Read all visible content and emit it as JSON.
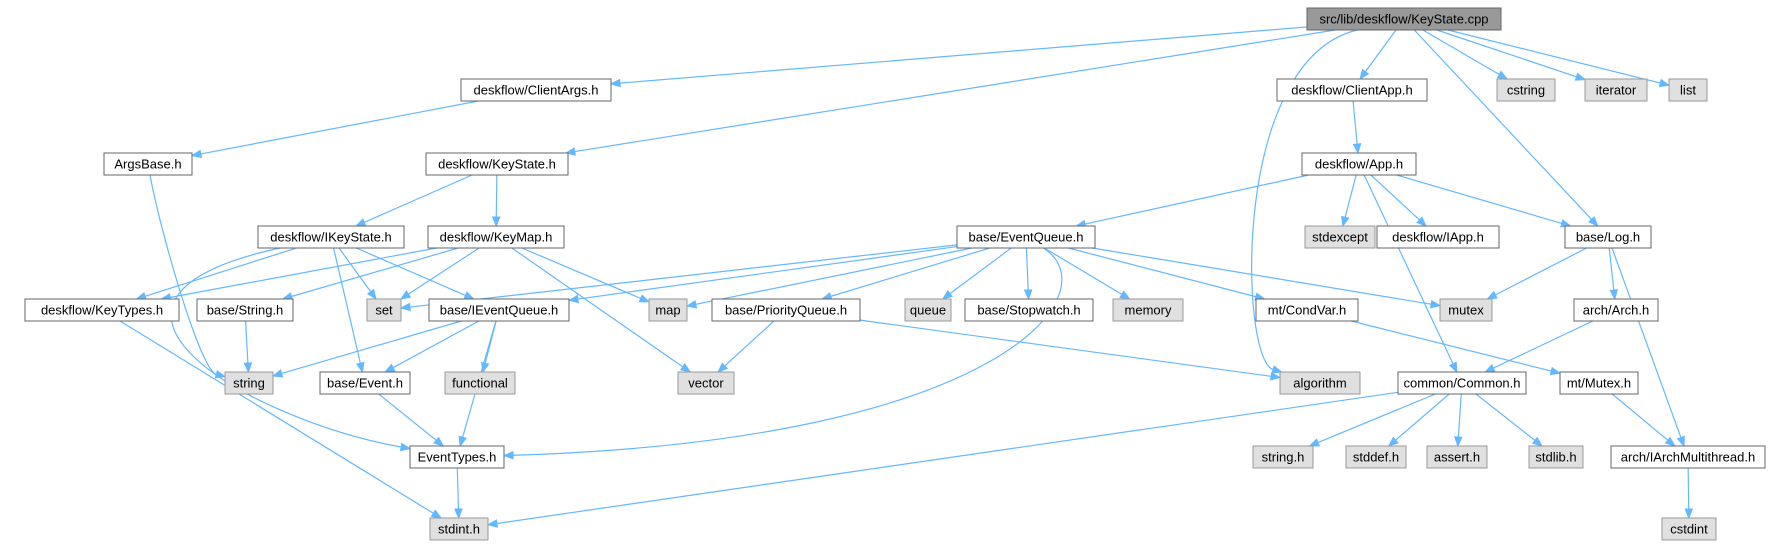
{
  "colors": {
    "edge": "#63b8ff",
    "root_fill": "#999999",
    "root_stroke": "#666666",
    "local_fill": "#ffffff",
    "local_stroke": "#666666",
    "system_fill": "#e0e0e0",
    "system_stroke": "#999999"
  },
  "nodes": [
    {
      "id": "keystate_cpp",
      "label": "src/lib/deskflow/KeyState.cpp",
      "kind": "root"
    },
    {
      "id": "clientargs_h",
      "label": "deskflow/ClientArgs.h",
      "kind": "local"
    },
    {
      "id": "argsbase_h",
      "label": "ArgsBase.h",
      "kind": "local"
    },
    {
      "id": "keystate_h",
      "label": "deskflow/KeyState.h",
      "kind": "local"
    },
    {
      "id": "ikeystate_h",
      "label": "deskflow/IKeyState.h",
      "kind": "local"
    },
    {
      "id": "keymap_h",
      "label": "deskflow/KeyMap.h",
      "kind": "local"
    },
    {
      "id": "keytypes_h",
      "label": "deskflow/KeyTypes.h",
      "kind": "local"
    },
    {
      "id": "basestring_h",
      "label": "base/String.h",
      "kind": "local"
    },
    {
      "id": "set",
      "label": "set",
      "kind": "system"
    },
    {
      "id": "ieventqueue_h",
      "label": "base/IEventQueue.h",
      "kind": "local"
    },
    {
      "id": "string",
      "label": "string",
      "kind": "system"
    },
    {
      "id": "event_h",
      "label": "base/Event.h",
      "kind": "local"
    },
    {
      "id": "functional",
      "label": "functional",
      "kind": "system"
    },
    {
      "id": "eventtypes_h",
      "label": "EventTypes.h",
      "kind": "local"
    },
    {
      "id": "stdint_h",
      "label": "stdint.h",
      "kind": "system"
    },
    {
      "id": "map",
      "label": "map",
      "kind": "system"
    },
    {
      "id": "vector",
      "label": "vector",
      "kind": "system"
    },
    {
      "id": "eventqueue_h",
      "label": "base/EventQueue.h",
      "kind": "local"
    },
    {
      "id": "priorityqueue_h",
      "label": "base/PriorityQueue.h",
      "kind": "local"
    },
    {
      "id": "queue",
      "label": "queue",
      "kind": "system"
    },
    {
      "id": "stopwatch_h",
      "label": "base/Stopwatch.h",
      "kind": "local"
    },
    {
      "id": "memory",
      "label": "memory",
      "kind": "system"
    },
    {
      "id": "condvar_h",
      "label": "mt/CondVar.h",
      "kind": "local"
    },
    {
      "id": "mutex",
      "label": "mutex",
      "kind": "system"
    },
    {
      "id": "algorithm",
      "label": "algorithm",
      "kind": "system"
    },
    {
      "id": "clientapp_h",
      "label": "deskflow/ClientApp.h",
      "kind": "local"
    },
    {
      "id": "app_h",
      "label": "deskflow/App.h",
      "kind": "local"
    },
    {
      "id": "stdexcept",
      "label": "stdexcept",
      "kind": "system"
    },
    {
      "id": "iapp_h",
      "label": "deskflow/IApp.h",
      "kind": "local"
    },
    {
      "id": "log_h",
      "label": "base/Log.h",
      "kind": "local"
    },
    {
      "id": "arch_h",
      "label": "arch/Arch.h",
      "kind": "local"
    },
    {
      "id": "common_h",
      "label": "common/Common.h",
      "kind": "local"
    },
    {
      "id": "mutex_h",
      "label": "mt/Mutex.h",
      "kind": "local"
    },
    {
      "id": "iarchmultithread_h",
      "label": "arch/IArchMultithread.h",
      "kind": "local"
    },
    {
      "id": "cstdint",
      "label": "cstdint",
      "kind": "system"
    },
    {
      "id": "string_h",
      "label": "string.h",
      "kind": "system"
    },
    {
      "id": "stddef_h",
      "label": "stddef.h",
      "kind": "system"
    },
    {
      "id": "assert_h",
      "label": "assert.h",
      "kind": "system"
    },
    {
      "id": "stdlib_h",
      "label": "stdlib.h",
      "kind": "system"
    },
    {
      "id": "cstring",
      "label": "cstring",
      "kind": "system"
    },
    {
      "id": "iterator",
      "label": "iterator",
      "kind": "system"
    },
    {
      "id": "list",
      "label": "list",
      "kind": "system"
    }
  ],
  "edges": [
    [
      "keystate_cpp",
      "clientargs_h"
    ],
    [
      "keystate_cpp",
      "keystate_h"
    ],
    [
      "keystate_cpp",
      "algorithm"
    ],
    [
      "keystate_cpp",
      "clientapp_h"
    ],
    [
      "keystate_cpp",
      "log_h"
    ],
    [
      "keystate_cpp",
      "cstring"
    ],
    [
      "keystate_cpp",
      "iterator"
    ],
    [
      "keystate_cpp",
      "list"
    ],
    [
      "clientargs_h",
      "argsbase_h"
    ],
    [
      "argsbase_h",
      "string"
    ],
    [
      "keystate_h",
      "ikeystate_h"
    ],
    [
      "keystate_h",
      "keymap_h"
    ],
    [
      "ikeystate_h",
      "keytypes_h"
    ],
    [
      "ikeystate_h",
      "set"
    ],
    [
      "ikeystate_h",
      "ieventqueue_h"
    ],
    [
      "ikeystate_h",
      "event_h"
    ],
    [
      "ikeystate_h",
      "eventtypes_h"
    ],
    [
      "keymap_h",
      "keytypes_h"
    ],
    [
      "keymap_h",
      "basestring_h"
    ],
    [
      "keymap_h",
      "set"
    ],
    [
      "keymap_h",
      "map"
    ],
    [
      "keymap_h",
      "vector"
    ],
    [
      "keytypes_h",
      "stdint_h"
    ],
    [
      "basestring_h",
      "string"
    ],
    [
      "ieventqueue_h",
      "string"
    ],
    [
      "ieventqueue_h",
      "event_h"
    ],
    [
      "ieventqueue_h",
      "functional"
    ],
    [
      "ieventqueue_h",
      "eventtypes_h"
    ],
    [
      "event_h",
      "eventtypes_h"
    ],
    [
      "eventtypes_h",
      "stdint_h"
    ],
    [
      "eventqueue_h",
      "set"
    ],
    [
      "eventqueue_h",
      "ieventqueue_h"
    ],
    [
      "eventqueue_h",
      "map"
    ],
    [
      "eventqueue_h",
      "priorityqueue_h"
    ],
    [
      "eventqueue_h",
      "queue"
    ],
    [
      "eventqueue_h",
      "stopwatch_h"
    ],
    [
      "eventqueue_h",
      "memory"
    ],
    [
      "eventqueue_h",
      "condvar_h"
    ],
    [
      "eventqueue_h",
      "mutex"
    ],
    [
      "eventqueue_h",
      "eventtypes_h"
    ],
    [
      "priorityqueue_h",
      "vector"
    ],
    [
      "priorityqueue_h",
      "algorithm"
    ],
    [
      "condvar_h",
      "mutex_h"
    ],
    [
      "clientapp_h",
      "app_h"
    ],
    [
      "app_h",
      "eventqueue_h"
    ],
    [
      "app_h",
      "stdexcept"
    ],
    [
      "app_h",
      "iapp_h"
    ],
    [
      "app_h",
      "log_h"
    ],
    [
      "app_h",
      "common_h"
    ],
    [
      "log_h",
      "mutex"
    ],
    [
      "log_h",
      "arch_h"
    ],
    [
      "log_h",
      "iarchmultithread_h"
    ],
    [
      "arch_h",
      "common_h"
    ],
    [
      "mutex_h",
      "iarchmultithread_h"
    ],
    [
      "iarchmultithread_h",
      "cstdint"
    ],
    [
      "common_h",
      "string_h"
    ],
    [
      "common_h",
      "stddef_h"
    ],
    [
      "common_h",
      "assert_h"
    ],
    [
      "common_h",
      "stdlib_h"
    ],
    [
      "common_h",
      "stdint_h"
    ]
  ]
}
